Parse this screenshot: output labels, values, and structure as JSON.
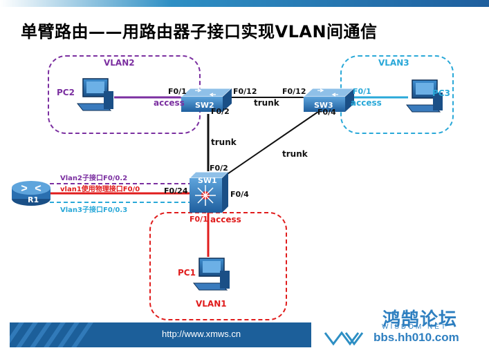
{
  "title": "单臂路由——用路由器子接口实现VLAN间通信",
  "vlans": {
    "vlan2": {
      "label": "VLAN2",
      "color": "#7b2fa0"
    },
    "vlan3": {
      "label": "VLAN3",
      "color": "#29a8d8"
    },
    "vlan1": {
      "label": "VLAN1",
      "color": "#e01c1c"
    }
  },
  "devices": {
    "sw1": "SW1",
    "sw2": "SW2",
    "sw3": "SW3",
    "r1": "R1",
    "pc1": "PC1",
    "pc2": "PC2",
    "pc3": "PC3"
  },
  "ports": {
    "sw2_f01": "F0/1",
    "sw2_f012": "F0/12",
    "sw2_f02": "F0/2",
    "sw3_f012": "F0/12",
    "sw3_f01": "F0/1",
    "sw3_f04": "F0/4",
    "sw1_f02": "F0/2",
    "sw1_f024": "F0/24",
    "sw1_f04": "F0/4",
    "sw1_f01": "F0/1"
  },
  "link_modes": {
    "sw2_access": "access",
    "sw3_access": "access",
    "sw1_access": "access",
    "trunk_sw2_sw3": "trunk",
    "trunk_sw1_sw2": "trunk",
    "trunk_sw1_sw3": "trunk"
  },
  "router_links": {
    "vlan2_sub": "Vlan2子接口F0/0.2",
    "vlan1_phys": "vlan1使用物理接口F0/0",
    "vlan3_sub": "Vlan3子接口F0/0.3"
  },
  "footer": {
    "url": "http://www.xmws.cn",
    "logo_cn": "鸿鹄论坛",
    "logo_en": "WISDOM NET",
    "logo_url": "bbs.hh010.com"
  },
  "colors": {
    "accent": "#1c5f9a",
    "switch_blue": "#2a6fb0",
    "link_black": "#111111"
  }
}
